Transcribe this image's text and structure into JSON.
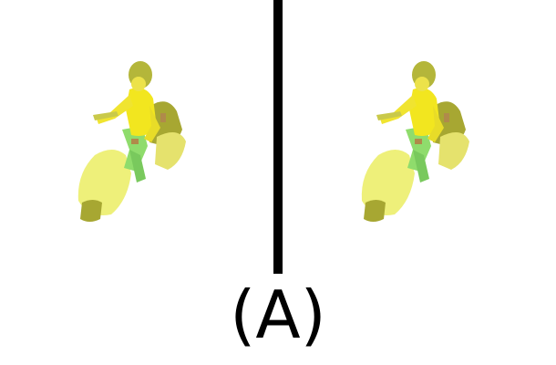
{
  "figure": {
    "caption": "(A)",
    "colors": {
      "background": "#ffffff",
      "divider": "#000000",
      "rider_yellow": "#f2e61f",
      "pale_yellow": "#eef07a",
      "olive": "#a7a732",
      "green": "#8fdc6c",
      "brown": "#b08a4a"
    },
    "panels": [
      {
        "content": "scooter-rider-render"
      },
      {
        "content": "scooter-rider-render"
      }
    ]
  }
}
